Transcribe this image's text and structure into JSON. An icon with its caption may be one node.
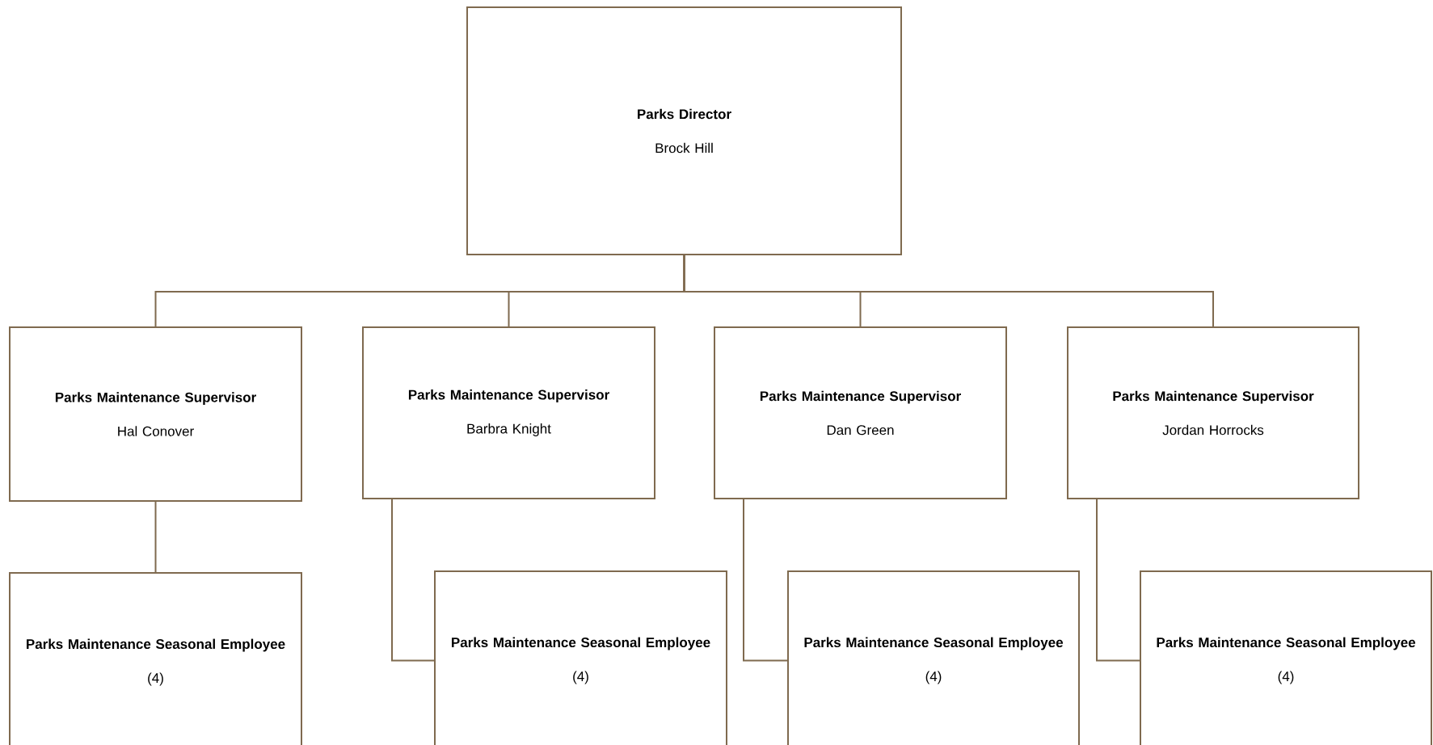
{
  "diagram": {
    "nodes": [
      {
        "text": [
          "Parks Director",
          "Brock Hill"
        ]
      },
      {
        "text": [
          "Parks Maintenance Supervisor",
          "Hal Conover"
        ]
      },
      {
        "text": [
          "Parks Maintenance Supervisor",
          "Barbra Knight"
        ]
      },
      {
        "text": [
          "Parks Maintenance Supervisor",
          "Dan Green"
        ]
      },
      {
        "text": [
          "Parks Maintenance Supervisor",
          "Jordan Horrocks"
        ]
      },
      {
        "text": [
          "Parks Maintenance Seasonal Employee",
          "(4)"
        ]
      },
      {
        "text": [
          "Parks Maintenance Seasonal Employee",
          "(4)"
        ]
      },
      {
        "text": [
          "Parks Maintenance Seasonal Employee",
          "(4)"
        ]
      },
      {
        "text": [
          "Parks Maintenance Seasonal Employee",
          "(4)"
        ]
      }
    ],
    "edges": [
      {
        "from": 0,
        "to": 1,
        "arrow": "none"
      },
      {
        "from": 0,
        "to": 2,
        "arrow": "none"
      },
      {
        "from": 0,
        "to": 3,
        "arrow": "none"
      },
      {
        "from": 0,
        "to": 4,
        "arrow": "none"
      },
      {
        "from": 1,
        "to": 5,
        "arrow": "none"
      },
      {
        "from": 2,
        "to": 6,
        "arrow": "none"
      },
      {
        "from": 3,
        "to": 7,
        "arrow": "none"
      },
      {
        "from": 4,
        "to": 8,
        "arrow": "none"
      }
    ]
  }
}
